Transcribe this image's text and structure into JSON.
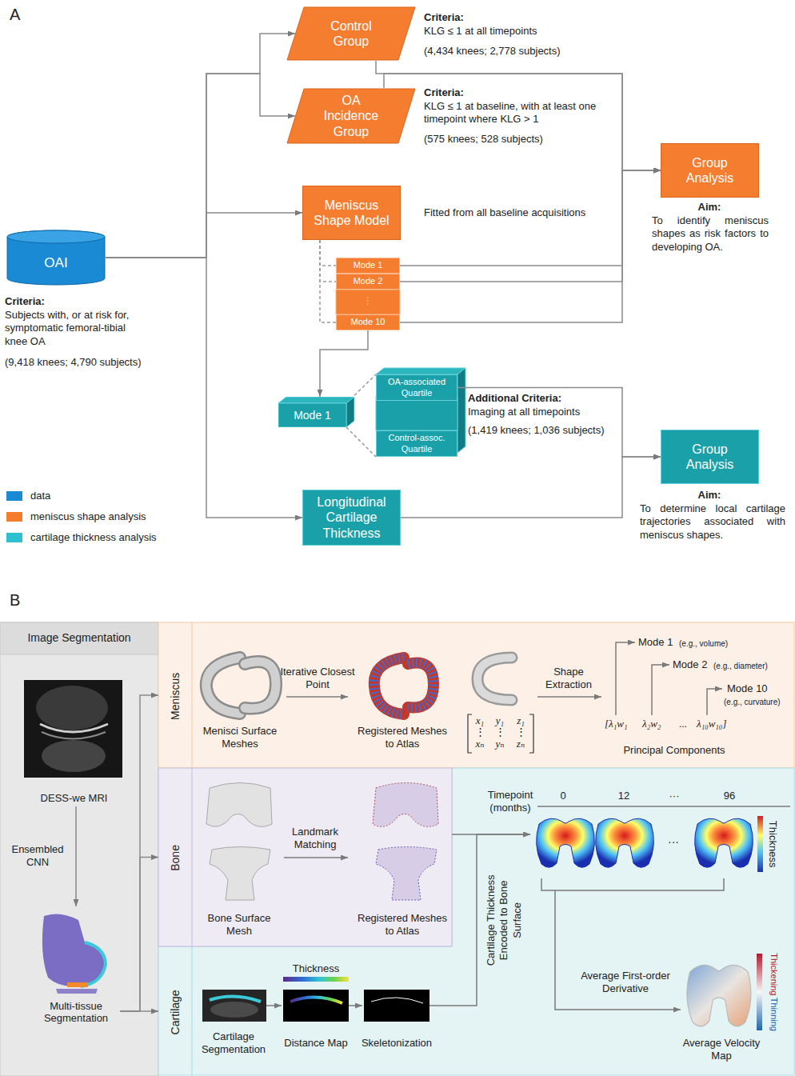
{
  "diagram": {
    "nodes": [
      {
        "text": [
          "OAI"
        ]
      },
      {
        "text": [
          "Control Group"
        ]
      },
      {
        "text": [
          "OA Incidence Group"
        ]
      },
      {
        "text": [
          "Meniscus Shape Model"
        ]
      },
      {
        "text": [
          "Mode 1"
        ]
      },
      {
        "text": [
          "Mode 2"
        ]
      },
      {
        "text": [
          "Mode 10"
        ]
      },
      {
        "text": [
          "Group Analysis"
        ]
      },
      {
        "text": [
          "Mode 1"
        ]
      },
      {
        "text": [
          "OA-associated Quartile"
        ]
      },
      {
        "text": [
          "Control-assoc. Quartile"
        ]
      },
      {
        "text": [
          "Group Analysis"
        ]
      },
      {
        "text": [
          "Longitudinal Cartilage Thickness"
        ]
      },
      {
        "text": [
          "Image Segmentation"
        ]
      },
      {
        "text": [
          "DESS-we MRI"
        ],
        "in": 13
      },
      {
        "text": [
          "Multi-tissue Segmentation"
        ],
        "in": 13
      },
      {
        "text": [
          "Meniscus"
        ]
      },
      {
        "text": [
          "Bone"
        ]
      },
      {
        "text": [
          "Cartilage"
        ]
      }
    ],
    "edges": [
      {
        "from": 0,
        "to": 1,
        "arrow": "to"
      },
      {
        "from": 0,
        "to": 2,
        "arrow": "to"
      },
      {
        "from": 0,
        "to": 3,
        "arrow": "to"
      },
      {
        "from": 0,
        "to": 12,
        "arrow": "to"
      },
      {
        "from": 3,
        "to": 4,
        "arrow": "none"
      },
      {
        "from": 3,
        "to": 5,
        "arrow": "none"
      },
      {
        "from": 3,
        "to": 6,
        "arrow": "none"
      },
      {
        "from": 1,
        "to": 7,
        "arrow": "to"
      },
      {
        "from": 2,
        "to": 7,
        "arrow": "to"
      },
      {
        "from": 4,
        "to": 7,
        "arrow": "to"
      },
      {
        "from": 5,
        "to": 7,
        "arrow": "to"
      },
      {
        "from": 6,
        "to": 7,
        "arrow": "to"
      },
      {
        "from": 6,
        "to": 8,
        "arrow": "to"
      },
      {
        "from": 8,
        "to": 9,
        "arrow": "none"
      },
      {
        "from": 8,
        "to": 10,
        "arrow": "none"
      },
      {
        "from": 9,
        "to": 11,
        "arrow": "to"
      },
      {
        "from": 12,
        "to": 11,
        "arrow": "to"
      },
      {
        "from": 14,
        "to": 15,
        "label": "Ensembled CNN",
        "arrow": "to"
      },
      {
        "from": 15,
        "to": 16,
        "arrow": "to"
      },
      {
        "from": 15,
        "to": 17,
        "arrow": "to"
      },
      {
        "from": 15,
        "to": 18,
        "arrow": "to"
      }
    ],
    "labels": [
      "A",
      "Criteria:",
      "KLG ≤ 1 at all timepoints",
      "(4,434 knees; 2,778 subjects)",
      "Criteria:",
      "KLG ≤ 1 at baseline, with at least one timepoint where KLG > 1",
      "(575 knees; 528 subjects)",
      "Fitted from all baseline acquisitions",
      "⋮",
      "Criteria:",
      "Subjects with, or at risk for, symptomatic femoral-tibial knee OA",
      "(9,418 knees; 4,790 subjects)",
      "Aim:",
      "To identify meniscus shapes as risk factors to developing OA.",
      "Additional Criteria:",
      "Imaging at all timepoints",
      "(1,419 knees; 1,036 subjects)",
      "Aim:",
      "To determine local cartilage trajectories associated with meniscus shapes.",
      "B",
      "Menisci Surface Meshes",
      "Iterative Closest Point",
      "Registered Meshes to Atlas",
      "x₁",
      "y₁",
      "z₁",
      "⋮",
      "⋮",
      "⋮",
      "xₙ",
      "yₙ",
      "zₙ",
      "Shape Extraction",
      "Mode 1",
      "(e.g., volume)",
      "Mode 2",
      "(e.g., diameter)",
      "Mode 10",
      "(e.g., curvature)",
      "[λ₁w₁",
      "λ₂w₂",
      "...",
      "λ₁₀w₁₀]",
      "Principal Components",
      "Bone Surface Mesh",
      "Landmark Matching",
      "Registered Meshes to Atlas",
      "Timepoint (months)",
      "0",
      "12",
      "···",
      "96",
      "Thickness",
      "···",
      "Cartilage Thickness Encoded to Bone Surface",
      "Average First-order Derivative",
      "Average Velocity Map",
      "Thickening",
      "Thinning",
      "Thickness",
      "Cartilage Segmentation",
      "Distance Map",
      "Skeletonization"
    ],
    "legend": [
      {
        "text": "data",
        "color": "#1a8ad4"
      },
      {
        "text": "meniscus shape analysis",
        "color": "#f47c2a"
      },
      {
        "text": "cartilage thickness analysis",
        "color": "#2ec0d0"
      }
    ]
  }
}
